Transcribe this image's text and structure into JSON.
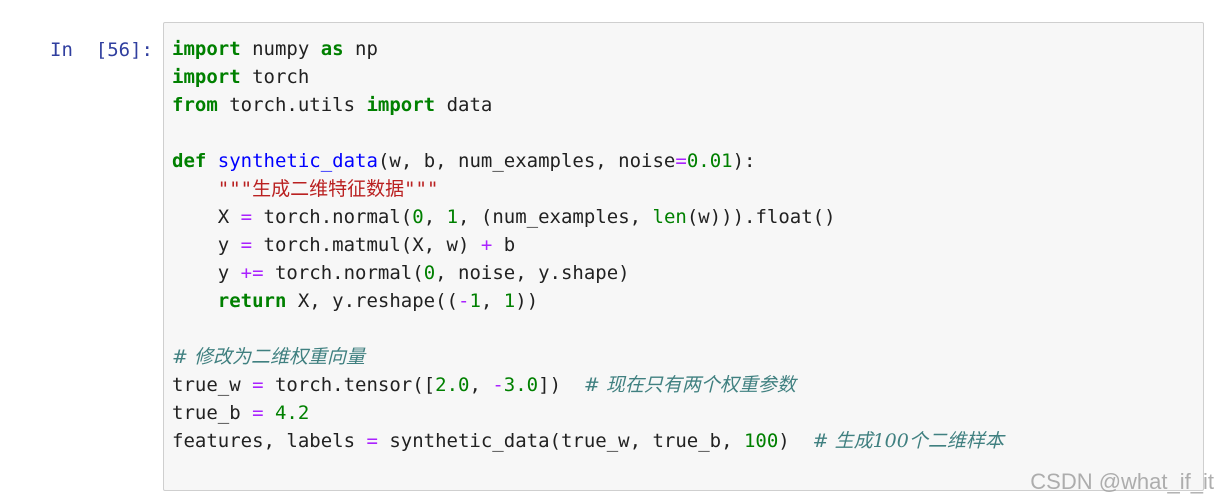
{
  "prompt": "In  [56]:",
  "code": {
    "l1": {
      "kw1": "import",
      "t1": " numpy ",
      "kw2": "as",
      "t2": " np"
    },
    "l2": {
      "kw1": "import",
      "t1": " torch"
    },
    "l3": {
      "kw1": "from",
      "t1": " torch.utils ",
      "kw2": "import",
      "t2": " data"
    },
    "l5": {
      "kw": "def",
      "sp": " ",
      "fn": "synthetic_data",
      "args": "(w, b, num_examples, noise",
      "eq": "=",
      "num": "0.01",
      "end": "):"
    },
    "l6": {
      "indent": "    ",
      "str": "\"\"\"生成二维特征数据\"\"\""
    },
    "l7": {
      "a": "    X ",
      "eq": "=",
      "b": " torch.normal(",
      "n0": "0",
      "c": ", ",
      "n1": "1",
      "d": ", (num_examples, ",
      "len": "len",
      "e": "(w))).float()"
    },
    "l8": {
      "a": "    y ",
      "eq": "=",
      "b": " torch.matmul(X, w) ",
      "plus": "+",
      "c": " b"
    },
    "l9": {
      "a": "    y ",
      "pe": "+=",
      "b": " torch.normal(",
      "n0": "0",
      "c": ", noise, y.shape)"
    },
    "l10": {
      "indent": "    ",
      "kw": "return",
      "a": " X, y.reshape((",
      "neg": "-",
      "n1": "1",
      "b": ", ",
      "n2": "1",
      "c": "))"
    },
    "l12": {
      "comment": "# 修改为二维权重向量"
    },
    "l13": {
      "a": "true_w ",
      "eq": "=",
      "b": " torch.tensor([",
      "n1": "2.0",
      "c": ", ",
      "neg": "-",
      "n2": "3.0",
      "d": "])  ",
      "comment": "# 现在只有两个权重参数"
    },
    "l14": {
      "a": "true_b ",
      "eq": "=",
      "sp": " ",
      "num": "4.2"
    },
    "l15": {
      "a": "features, labels ",
      "eq": "=",
      "b": " synthetic_data(true_w, true_b, ",
      "num": "100",
      "c": ")  ",
      "comment": "# 生成100个二维样本"
    }
  },
  "watermark": "CSDN @what_if_it"
}
